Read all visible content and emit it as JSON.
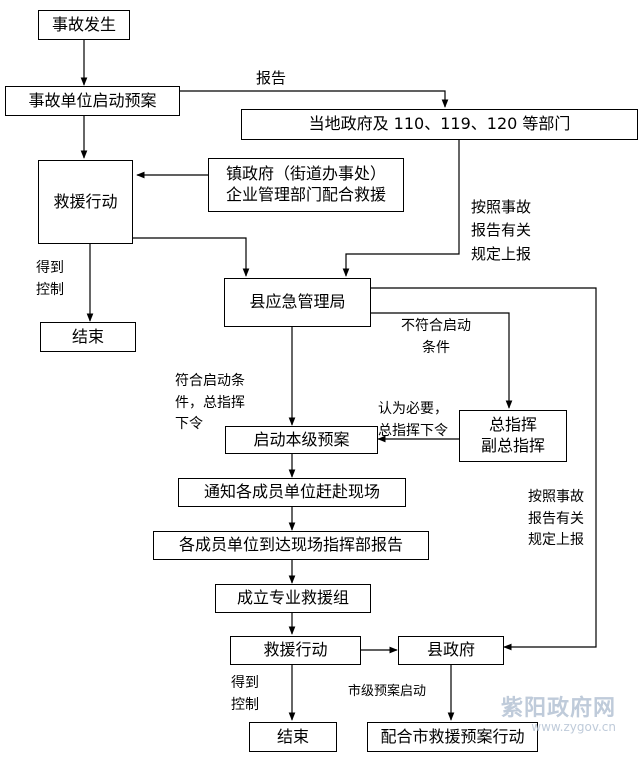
{
  "nodes": {
    "accident_occurs": "事故发生",
    "unit_start_plan": "事故单位启动预案",
    "local_gov_depts": "当地政府及 110、119、120 等部门",
    "town_gov_line1": "镇政府（街道办事处）",
    "town_gov_line2": "企业管理部门配合救援",
    "rescue_action_1": "救援行动",
    "end_1": "结束",
    "county_emergency_bureau": "县应急管理局",
    "commander_line1": "总指挥",
    "commander_line2": "副总指挥",
    "start_level_plan": "启动本级预案",
    "notify_members": "通知各成员单位赶赴现场",
    "members_report": "各成员单位到达现场指挥部报告",
    "form_rescue_team": "成立专业救援组",
    "rescue_action_2": "救援行动",
    "county_gov": "县政府",
    "end_2": "结束",
    "city_plan_cooperate": "配合市救援预案行动"
  },
  "labels": {
    "report": "报告",
    "report_per_rules_1": [
      "按照事故",
      "报告有关",
      "规定上报"
    ],
    "controlled_1": [
      "得到",
      "控制"
    ],
    "not_meet_conditions": [
      "不符合启动",
      "条件"
    ],
    "meet_conditions": [
      "符合启动条",
      "件，总指挥",
      "下令"
    ],
    "deemed_necessary": [
      "认为必要，",
      "总指挥下令"
    ],
    "report_per_rules_2": [
      "按照事故",
      "报告有关",
      "规定上报"
    ],
    "controlled_2": [
      "得到",
      "控制"
    ],
    "city_plan_started": "市级预案启动"
  },
  "watermark": {
    "name": "紫阳政府网",
    "url": "www.zygov.cn"
  }
}
